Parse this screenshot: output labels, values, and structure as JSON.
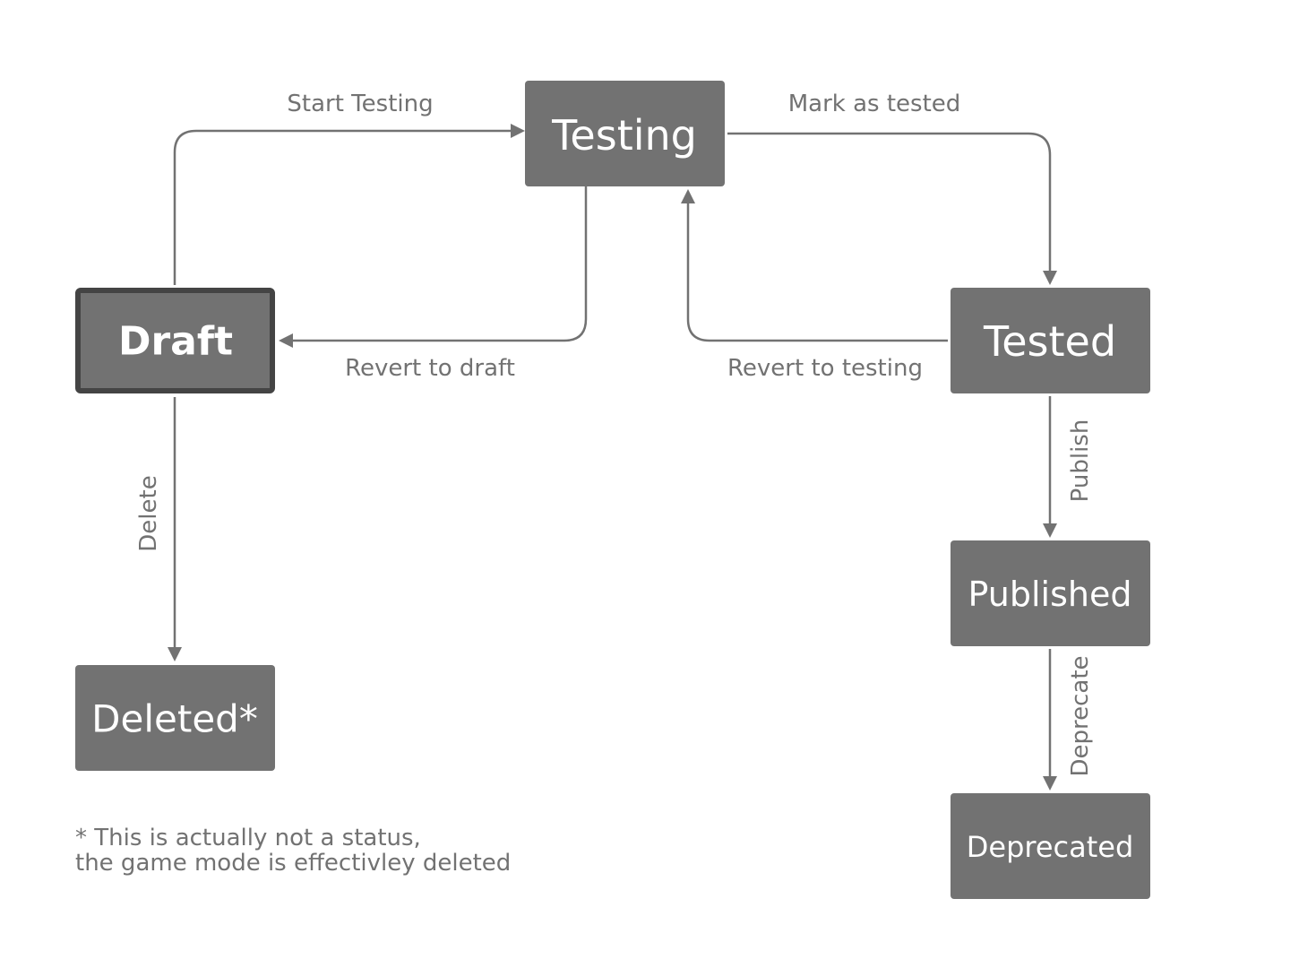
{
  "nodes": {
    "testing": "Testing",
    "draft": "Draft",
    "tested": "Tested",
    "published": "Published",
    "deleted": "Deleted*",
    "deprecated": "Deprecated"
  },
  "edges": {
    "start_testing": "Start Testing",
    "mark_as_tested": "Mark as tested",
    "revert_to_draft": "Revert to draft",
    "revert_to_testing": "Revert to testing",
    "delete": "Delete",
    "publish": "Publish",
    "deprecate": "Deprecate"
  },
  "footnote": {
    "line1": "* This is actually not a status,",
    "line2": "the game mode is effectivley deleted"
  }
}
